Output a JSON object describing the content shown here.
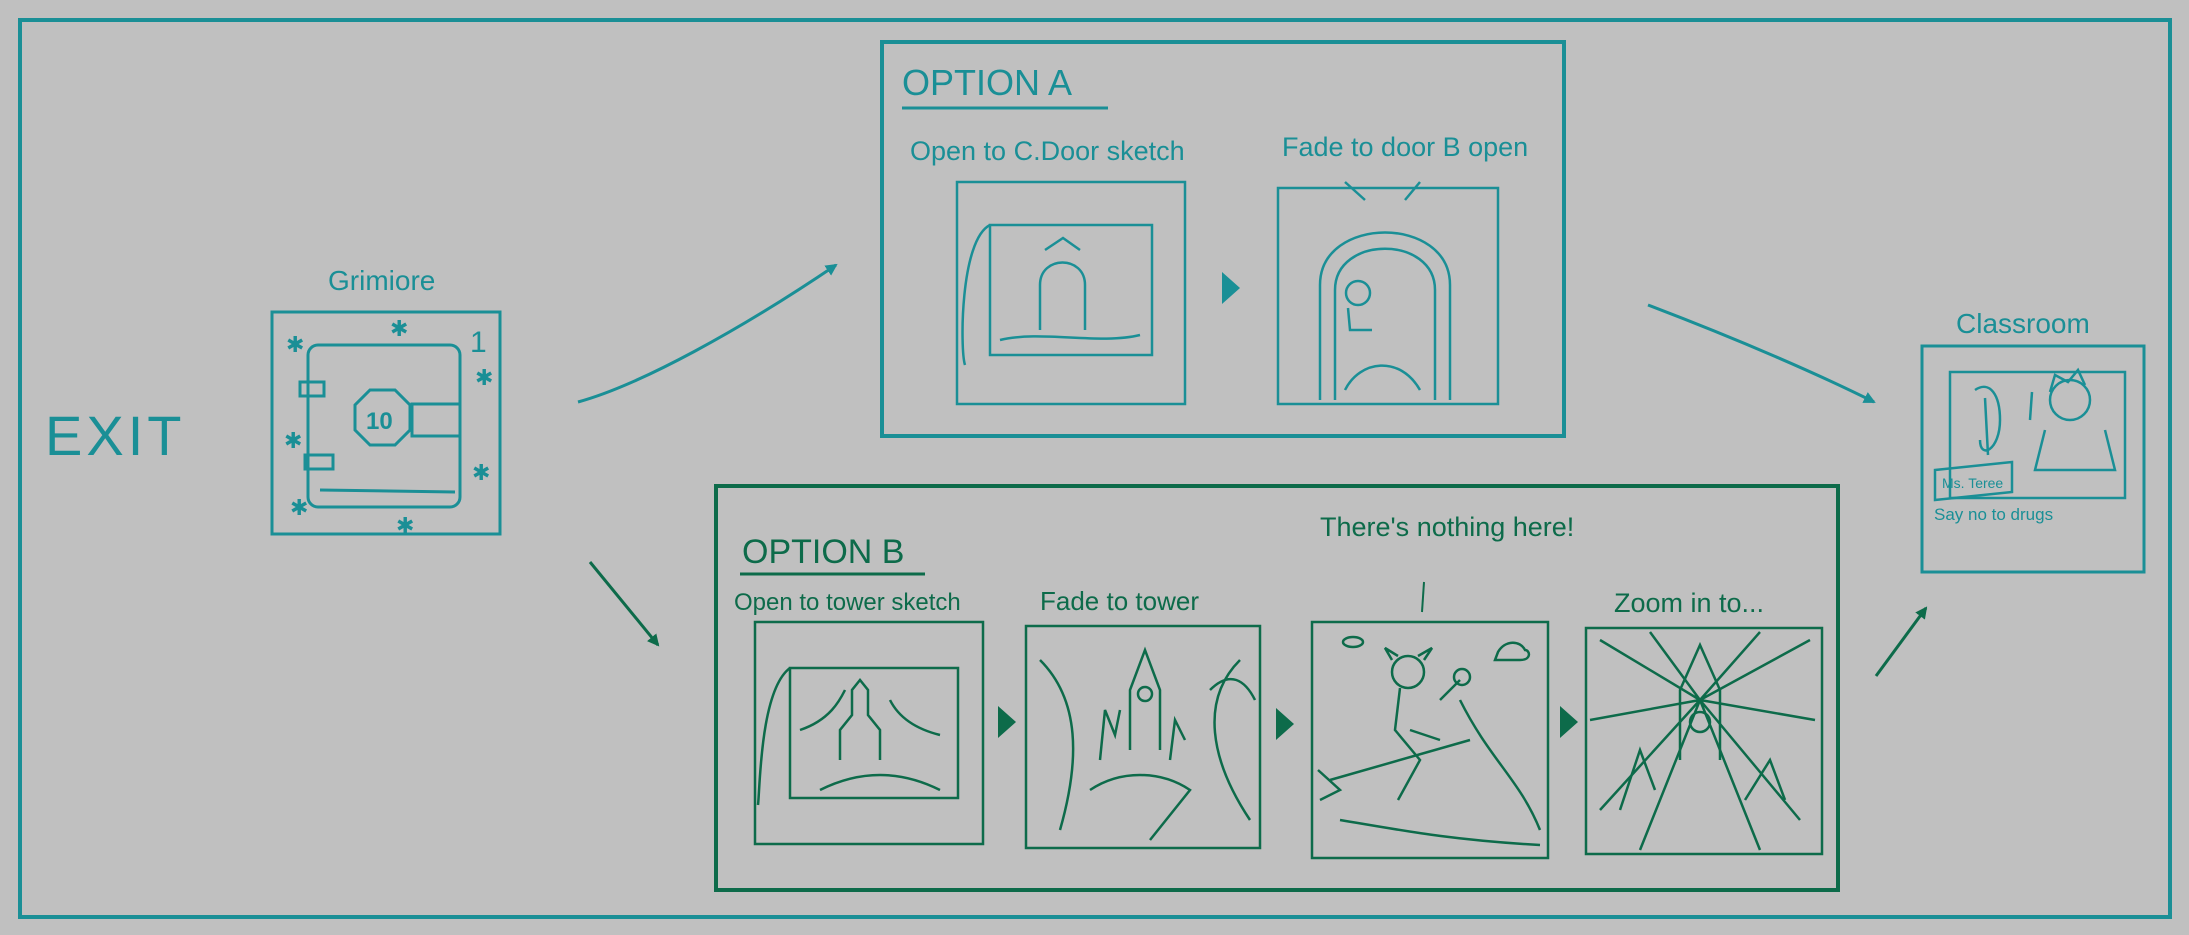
{
  "colors": {
    "background": "#c0c0c0",
    "teal": "#1a8f96",
    "green": "#0d6b4a"
  },
  "exit_label": "EXIT",
  "grimoire": {
    "title": "Grimiore",
    "lock_number": "10",
    "corner_number": "1"
  },
  "option_a": {
    "title": "OPTION A",
    "panels": [
      {
        "caption": "Open to C.Door sketch"
      },
      {
        "caption": "Fade to door B open"
      }
    ]
  },
  "option_b": {
    "title": "OPTION B",
    "panels": [
      {
        "caption": "Open to tower sketch"
      },
      {
        "caption": "Fade to tower"
      },
      {
        "caption": "There's nothing here!"
      },
      {
        "caption": "Zoom in to..."
      }
    ]
  },
  "classroom": {
    "title": "Classroom",
    "sign": "Ms. Teree",
    "caption": "Say no to drugs"
  }
}
